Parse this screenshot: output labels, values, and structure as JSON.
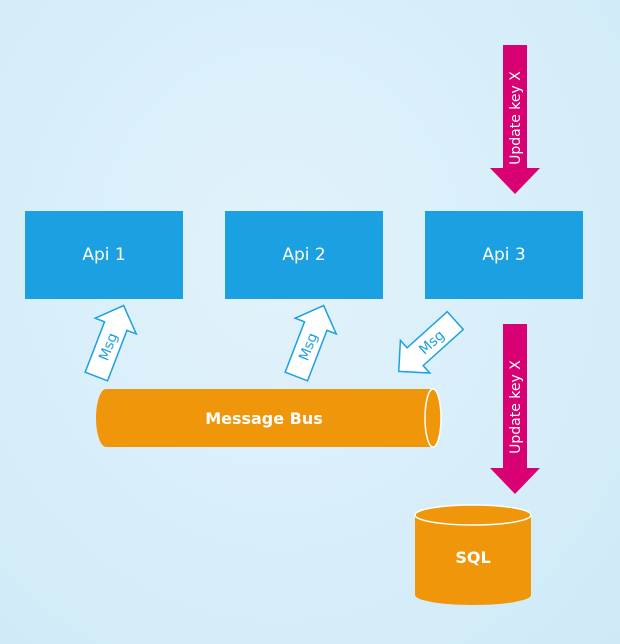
{
  "apis": [
    {
      "label": "Api 1"
    },
    {
      "label": "Api 2"
    },
    {
      "label": "Api 3"
    }
  ],
  "arrows": {
    "msg_label": "Msg",
    "update_label": "Update key X"
  },
  "message_bus": {
    "label": "Message Bus"
  },
  "database": {
    "label": "SQL"
  },
  "colors": {
    "api_fill": "#1ba1e2",
    "bus_fill": "#f0960a",
    "update_arrow": "#d80073",
    "msg_arrow_stroke": "#1ba1e2",
    "background": "#d6eef9"
  }
}
